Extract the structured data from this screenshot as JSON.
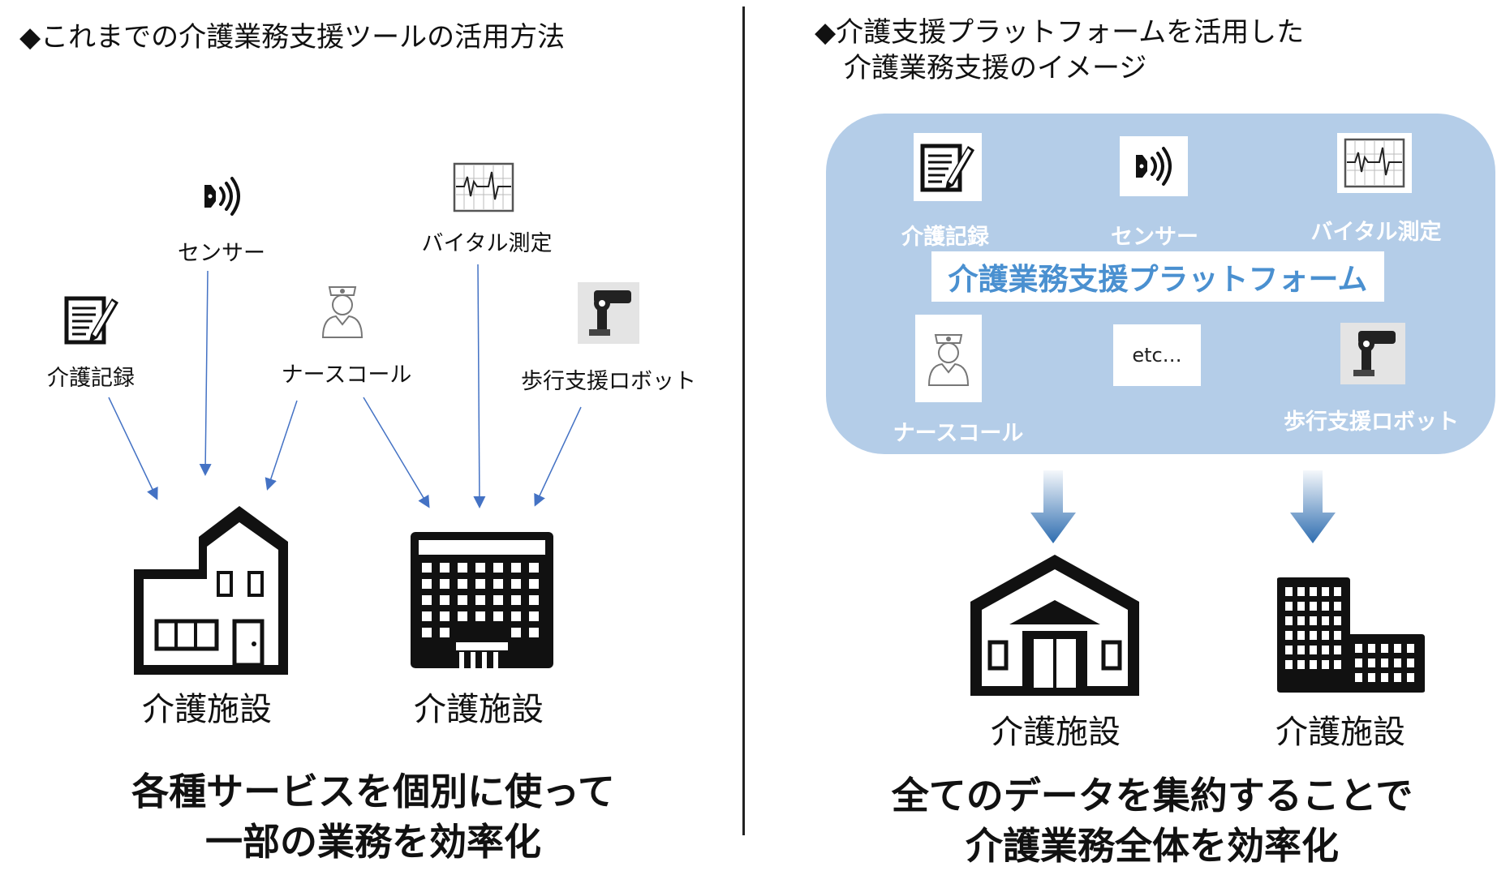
{
  "left": {
    "heading": "◆これまでの介護業務支援ツールの活用方法",
    "tools": {
      "kiroku": "介護記録",
      "sensor": "センサー",
      "nurse_call": "ナースコール",
      "vital": "バイタル測定",
      "robot": "歩行支援ロボット"
    },
    "facility1": "介護施設",
    "facility2": "介護施設",
    "summary_line1": "各種サービスを個別に使って",
    "summary_line2": "一部の業務を効率化"
  },
  "right": {
    "heading_line1": "◆介護支援プラットフォームを活用した",
    "heading_line2": "介護業務支援のイメージ",
    "platform_title": "介護業務支援プラットフォーム",
    "tools": {
      "kiroku": "介護記録",
      "sensor": "センサー",
      "vital": "バイタル測定",
      "nurse_call": "ナースコール",
      "etc": "etc…",
      "robot": "歩行支援ロボット"
    },
    "facility1": "介護施設",
    "facility2": "介護施設",
    "summary_line1": "全てのデータを集約することで",
    "summary_line2": "介護業務全体を効率化"
  },
  "colors": {
    "panel": "#b4cde8",
    "arrow": "#4472c4",
    "platform_title": "#4a90d0",
    "down_arrow": "#2e6db0"
  },
  "icons": [
    "notepad-icon",
    "sensor-icon",
    "nurse-icon",
    "vital-monitor-icon",
    "walking-robot-icon",
    "house-icon",
    "office-building-icon",
    "institution-building-icon",
    "tall-building-icon"
  ]
}
